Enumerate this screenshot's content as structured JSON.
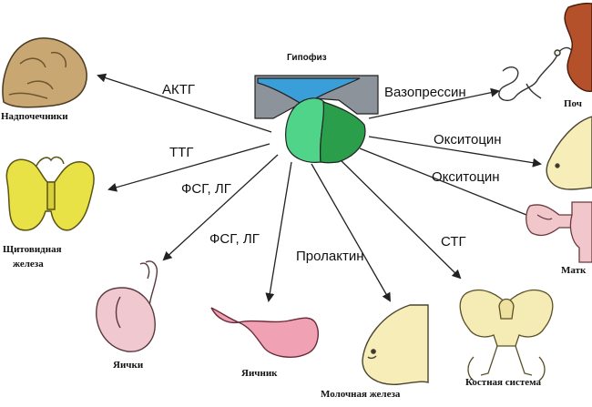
{
  "center": {
    "title": "Гипофиз"
  },
  "hormones": {
    "actg": "АКТГ",
    "ttg": "ТТГ",
    "fsg_lg_1": "ФСГ, ЛГ",
    "fsg_lg_2": "ФСГ, ЛГ",
    "prolactin": "Пролактин",
    "stg": "СТГ",
    "vasopressin": "Вазопрессин",
    "oxytocin_1": "Окситоцин",
    "oxytocin_2": "Окситоцин"
  },
  "organs": {
    "adrenal_line1": "Надпочечники",
    "thyroid_line1": "Щитовидная",
    "thyroid_line2": "железа",
    "testes": "Яички",
    "ovary": "Яичник",
    "mammary": "Молочная железа",
    "skeleton": "Костная система",
    "kidney_partial": "Поч",
    "uterus_partial": "Матк"
  },
  "colors": {
    "pituitary_grey": "#8c939a",
    "pituitary_blue": "#3a9fd8",
    "pituitary_green_light": "#4fd48a",
    "pituitary_green_dark": "#2a9e4a",
    "adrenal": "#c9a773",
    "thyroid": "#e8e246",
    "testes": "#f0c8cf",
    "ovary": "#f0a2b4",
    "mammary": "#f7edb8",
    "skeleton": "#f5ebb4",
    "kidney": "#b4502a",
    "uterus": "#f1c7cb",
    "arrow": "#222222"
  },
  "icons": [
    "pituitary-icon",
    "adrenal-gland-icon",
    "thyroid-gland-icon",
    "testes-icon",
    "ovary-icon",
    "mammary-gland-icon",
    "skeleton-pelvis-icon",
    "kidney-icon",
    "uterus-icon"
  ]
}
